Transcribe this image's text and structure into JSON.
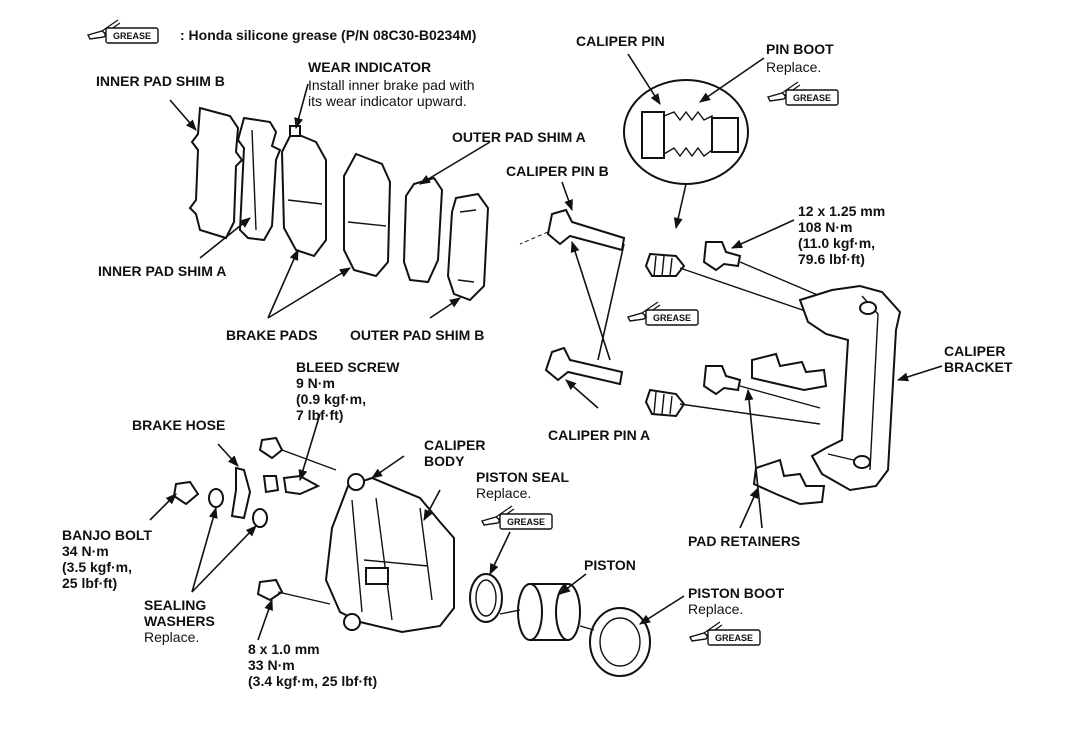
{
  "legend": {
    "icon": "grease-brush-icon",
    "icon_text": "GREASE",
    "text": ": Honda silicone grease (P/N 08C30-B0234M)"
  },
  "grease_label": "GREASE",
  "labels": {
    "inner_pad_shim_b": "INNER PAD SHIM B",
    "wear_indicator": "WEAR INDICATOR",
    "wear_indicator_note1": "Install inner brake pad with",
    "wear_indicator_note2": "its wear indicator upward.",
    "outer_pad_shim_a": "OUTER PAD SHIM A",
    "inner_pad_shim_a": "INNER PAD SHIM A",
    "brake_pads": "BRAKE PADS",
    "outer_pad_shim_b": "OUTER PAD SHIM B",
    "caliper_pin": "CALIPER PIN",
    "pin_boot": "PIN BOOT",
    "pin_boot_note": "Replace.",
    "caliper_pin_b": "CALIPER PIN B",
    "bracket_bolt_size": "12 x 1.25 mm",
    "bracket_bolt_torque1": "108 N·m",
    "bracket_bolt_torque2": "(11.0 kgf·m,",
    "bracket_bolt_torque3": "79.6 lbf·ft)",
    "caliper_bracket1": "CALIPER",
    "caliper_bracket2": "BRACKET",
    "caliper_pin_a": "CALIPER PIN A",
    "bleed_screw": "BLEED SCREW",
    "bleed_torque1": "9 N·m",
    "bleed_torque2": "(0.9 kgf·m,",
    "bleed_torque3": "7 lbf·ft)",
    "brake_hose": "BRAKE HOSE",
    "caliper_body1": "CALIPER",
    "caliper_body2": "BODY",
    "piston_seal": "PISTON SEAL",
    "piston_seal_note": "Replace.",
    "banjo_bolt": "BANJO BOLT",
    "banjo_torque1": "34 N·m",
    "banjo_torque2": "(3.5 kgf·m,",
    "banjo_torque3": "25 lbf·ft)",
    "sealing_washers1": "SEALING",
    "sealing_washers2": "WASHERS",
    "sealing_washers_note": "Replace.",
    "piston": "PISTON",
    "piston_boot": "PISTON BOOT",
    "piston_boot_note": "Replace.",
    "pad_retainers": "PAD RETAINERS",
    "mount_bolt_size": "8 x 1.0 mm",
    "mount_bolt_torque1": "33 N·m",
    "mount_bolt_torque2": "(3.4 kgf·m, 25 lbf·ft)"
  }
}
